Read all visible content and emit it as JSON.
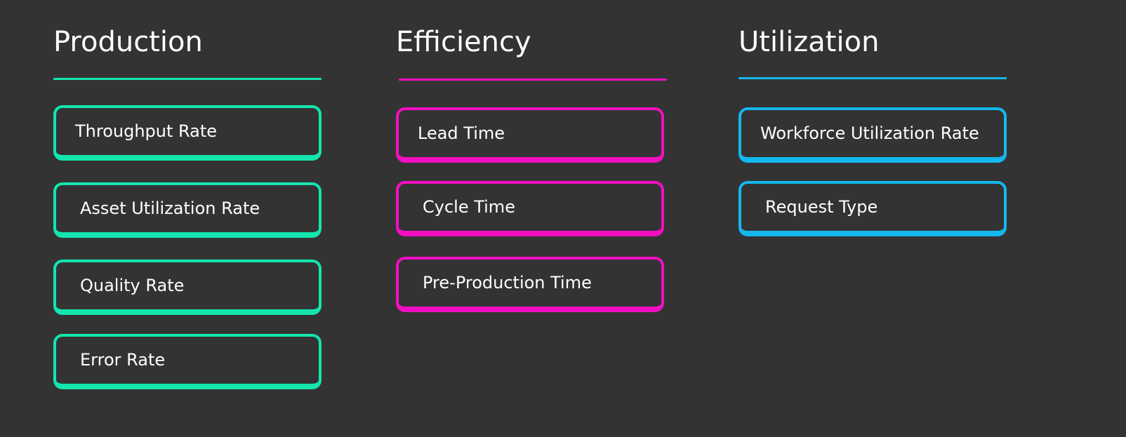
{
  "colors": {
    "background": "#333333",
    "text": "#FFFFFF",
    "production": "#13E5AE",
    "efficiency": "#F20FC2",
    "utilization": "#13B8EE"
  },
  "columns": [
    {
      "title": "Production",
      "items": [
        {
          "label": "Throughput Rate"
        },
        {
          "label": "Asset Utilization Rate"
        },
        {
          "label": "Quality Rate"
        },
        {
          "label": "Error Rate"
        }
      ]
    },
    {
      "title": "Efficiency",
      "items": [
        {
          "label": "Lead Time"
        },
        {
          "label": "Cycle Time"
        },
        {
          "label": "Pre-Production Time"
        }
      ]
    },
    {
      "title": "Utilization",
      "items": [
        {
          "label": "Workforce Utilization Rate"
        },
        {
          "label": "Request Type"
        }
      ]
    }
  ]
}
